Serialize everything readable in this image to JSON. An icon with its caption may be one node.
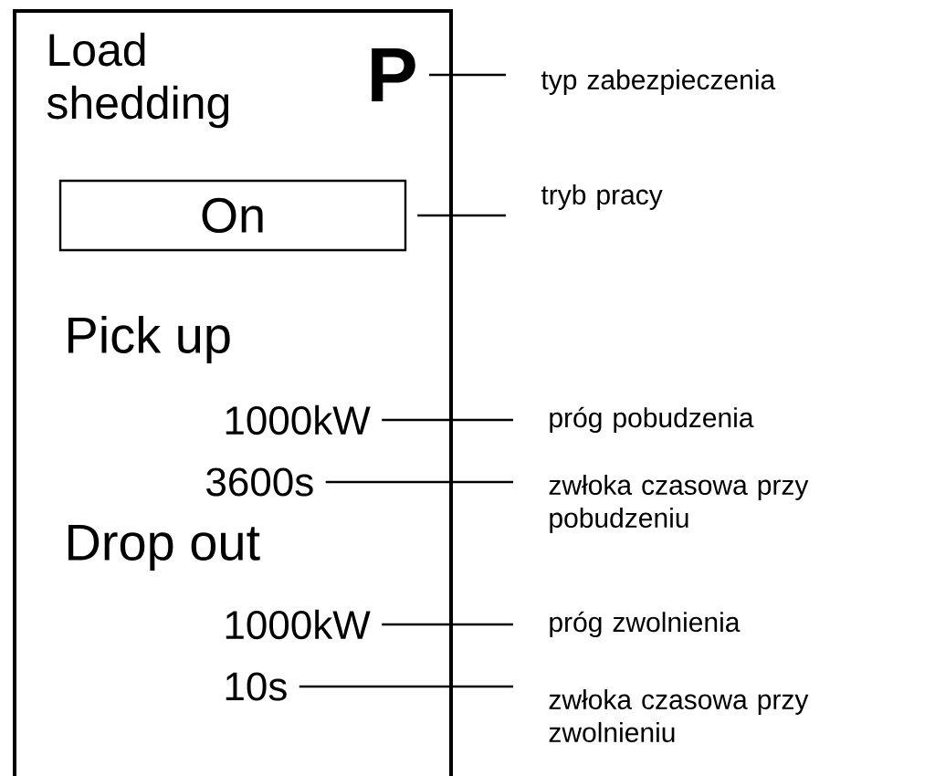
{
  "diagram": {
    "nodes": [
      {
        "text": [
          "Load shedding",
          "Pick up",
          "Drop out"
        ]
      },
      {
        "text": [
          "P"
        ],
        "in": 0
      },
      {
        "text": [
          "On"
        ],
        "in": 0
      },
      {
        "text": [
          "1000kW"
        ],
        "in": 0
      },
      {
        "text": [
          "3600s"
        ],
        "in": 0
      },
      {
        "text": [
          "1000kW"
        ],
        "in": 0
      },
      {
        "text": [
          "10s"
        ],
        "in": 0
      },
      {
        "text": [
          "typ zabezpieczenia"
        ]
      },
      {
        "text": [
          "tryb pracy"
        ]
      },
      {
        "text": [
          "próg pobudzenia"
        ]
      },
      {
        "text": [
          "zwłoka czasowa przy pobudzeniu"
        ]
      },
      {
        "text": [
          "próg zwolnienia"
        ]
      },
      {
        "text": [
          "zwłoka czasowa przy zwolnieniu"
        ]
      }
    ],
    "edges": [
      {
        "from": 7,
        "to": 1,
        "arrow": "none"
      },
      {
        "from": 8,
        "to": 2,
        "arrow": "none"
      },
      {
        "from": 9,
        "to": 3,
        "arrow": "none"
      },
      {
        "from": 10,
        "to": 4,
        "arrow": "none"
      },
      {
        "from": 11,
        "to": 5,
        "arrow": "none"
      },
      {
        "from": 12,
        "to": 6,
        "arrow": "none"
      }
    ]
  }
}
